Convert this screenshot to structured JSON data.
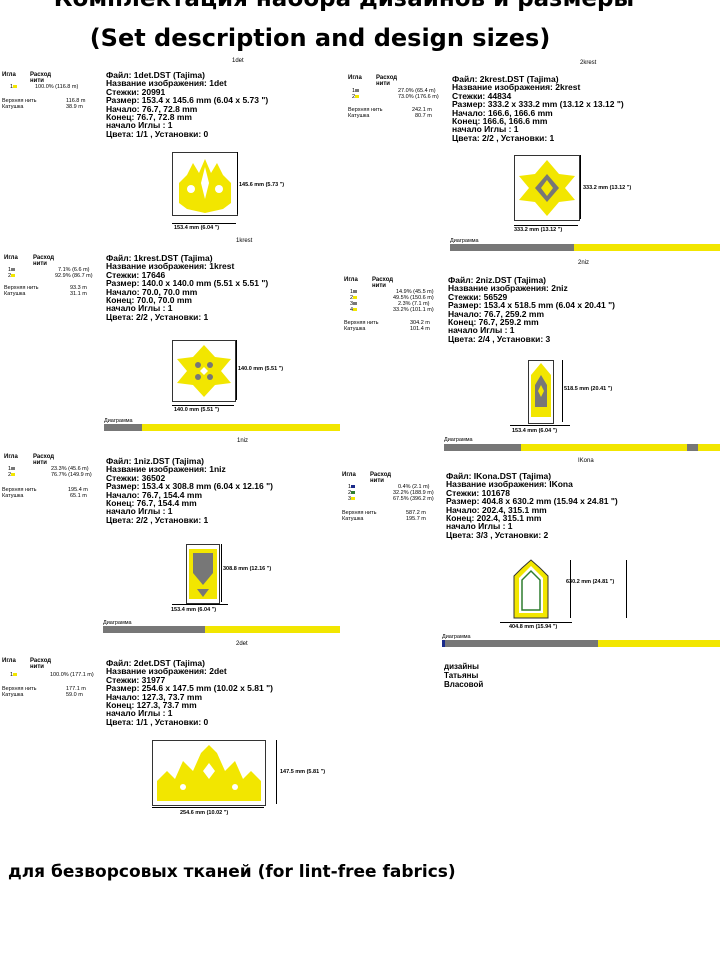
{
  "title_line1": "Комплектация набора дизайнов и размеры",
  "title_line2": "(Set description and design sizes)",
  "labels": {
    "needle": "Игла",
    "thread_usage": "Расход нити",
    "upper_thread": "Верхняя нить",
    "bobbin": "Катушка",
    "stitch_diagram": "Диаграмма стежков:"
  },
  "colors": {
    "yellow": "#f2e600",
    "gray": "#777777",
    "dark": "#333333",
    "blue": "#1a2a8a",
    "green": "#2f7d2f"
  },
  "designs": [
    {
      "name": "1det",
      "threads": [
        {
          "n": "1",
          "color": "#f2e600",
          "pct": "100.0% (116.8 m)"
        }
      ],
      "upper": "116.8 m",
      "bobbin": "38.9 m",
      "info": [
        "Файл: 1det.DST  (Tajima)",
        "Название изображения: 1det",
        "Стежки: 20991",
        "Размер: 153.4 x 145.6 mm (6.04 x 5.73 \")",
        "Начало: 76.7, 72.8 mm",
        "Конец: 76.7, 72.8 mm",
        "начало Иглы : 1",
        "Цвета: 1/1 , Установки: 0"
      ],
      "dim_v": "145.6 mm (5.73 \")",
      "dim_h": "153.4 mm (6.04 \")"
    },
    {
      "name": "2krest",
      "threads": [
        {
          "n": "1",
          "color": "#777777",
          "pct": "27.0% (65.4 m)"
        },
        {
          "n": "2",
          "color": "#f2e600",
          "pct": "73.0% (176.6 m)"
        }
      ],
      "upper": "242.1 m",
      "bobbin": "80.7 m",
      "info": [
        "Файл: 2krest.DST  (Tajima)",
        "Название изображения: 2krest",
        "Стежки: 44834",
        "Размер: 333.2 x 333.2 mm (13.12 x 13.12 \")",
        "Начало: 166.6, 166.6 mm",
        "Конец: 166.6, 166.6 mm",
        "начало Иглы : 1",
        "Цвета: 2/2 , Установки: 1"
      ],
      "dim_v": "333.2 mm (13.12 \")",
      "dim_h": "333.2 mm (13.12 \")"
    },
    {
      "name": "1krest",
      "threads": [
        {
          "n": "1",
          "color": "#777777",
          "pct": "7.1% (6.6 m)"
        },
        {
          "n": "2",
          "color": "#f2e600",
          "pct": "92.9% (86.7 m)"
        }
      ],
      "upper": "93.3 m",
      "bobbin": "31.1 m",
      "info": [
        "Файл: 1krest.DST  (Tajima)",
        "Название изображения: 1krest",
        "Стежки: 17646",
        "Размер: 140.0 x 140.0 mm (5.51 x 5.51 \")",
        "Начало: 70.0, 70.0 mm",
        "Конец: 70.0, 70.0 mm",
        "начало Иглы : 1",
        "Цвета: 2/2 , Установки: 1"
      ],
      "dim_v": "140.0 mm (5.51 \")",
      "dim_h": "140.0 mm (5.51 \")"
    },
    {
      "name": "2niz",
      "threads": [
        {
          "n": "1",
          "color": "#777777",
          "pct": "14.9% (45.5 m)"
        },
        {
          "n": "2",
          "color": "#f2e600",
          "pct": "49.5% (150.6 m)"
        },
        {
          "n": "3",
          "color": "#777777",
          "pct": "2.3% (7.1 m)"
        },
        {
          "n": "4",
          "color": "#f2e600",
          "pct": "33.2% (101.1 m)"
        }
      ],
      "upper": "304.2 m",
      "bobbin": "101.4 m",
      "info": [
        "Файл: 2niz.DST  (Tajima)",
        "Название изображения: 2niz",
        "Стежки: 56529",
        "Размер: 153.4 x 518.5 mm (6.04 x 20.41 \")",
        "Начало: 76.7, 259.2 mm",
        "Конец: 76.7, 259.2 mm",
        "начало Иглы : 1",
        "Цвета: 2/4 , Установки: 3"
      ],
      "dim_v": "518.5 mm (20.41 \")",
      "dim_h": "153.4 mm (6.04 \")"
    },
    {
      "name": "1niz",
      "threads": [
        {
          "n": "1",
          "color": "#777777",
          "pct": "23.3% (45.6 m)"
        },
        {
          "n": "2",
          "color": "#f2e600",
          "pct": "76.7% (149.9 m)"
        }
      ],
      "upper": "195.4 m",
      "bobbin": "65.1 m",
      "info": [
        "Файл: 1niz.DST  (Tajima)",
        "Название изображения: 1niz",
        "Стежки: 36502",
        "Размер: 153.4 x 308.8 mm (6.04 x 12.16 \")",
        "Начало: 76.7, 154.4 mm",
        "Конец: 76.7, 154.4 mm",
        "начало Иглы : 1",
        "Цвета: 2/2 , Установки: 1"
      ],
      "dim_v": "308.8 mm (12.16 \")",
      "dim_h": "153.4 mm (6.04 \")"
    },
    {
      "name": "IKona",
      "threads": [
        {
          "n": "1",
          "color": "#1a2a8a",
          "pct": "0.4% (2.1 m)"
        },
        {
          "n": "2",
          "color": "#2f7d2f",
          "pct": "32.2% (188.9 m)"
        },
        {
          "n": "3",
          "color": "#f2e600",
          "pct": "67.5% (396.2 m)"
        }
      ],
      "upper": "587.2 m",
      "bobbin": "195.7 m",
      "info": [
        "Файл: IKona.DST  (Tajima)",
        "Название изображения: IKona",
        "Стежки: 101678",
        "Размер: 404.8 x 630.2 mm (15.94 x 24.81 \")",
        "Начало: 202.4, 315.1 mm",
        "Конец: 202.4, 315.1 mm",
        "начало Иглы : 1",
        "Цвета: 3/3 , Установки: 2"
      ],
      "dim_v": "630.2 mm (24.81 \")",
      "dim_h": "404.8 mm (15.94 \")"
    },
    {
      "name": "2det",
      "threads": [
        {
          "n": "1",
          "color": "#f2e600",
          "pct": "100.0% (177.1 m)"
        }
      ],
      "upper": "177.1 m",
      "bobbin": "59.0 m",
      "info": [
        "Файл: 2det.DST  (Tajima)",
        "Название изображения: 2det",
        "Стежки: 31977",
        "Размер: 254.6 x 147.5 mm (10.02 x 5.81 \")",
        "Начало: 127.3, 73.7 mm",
        "Конец: 127.3, 73.7 mm",
        "начало Иглы : 1",
        "Цвета: 1/1 , Установки: 0"
      ],
      "dim_v": "147.5 mm (5.81 \")",
      "dim_h": "254.6 mm (10.02 \")"
    }
  ],
  "author": "дизайны Татьяны Власовой",
  "footer": "для безворсовых тканей (for lint-free fabrics)"
}
